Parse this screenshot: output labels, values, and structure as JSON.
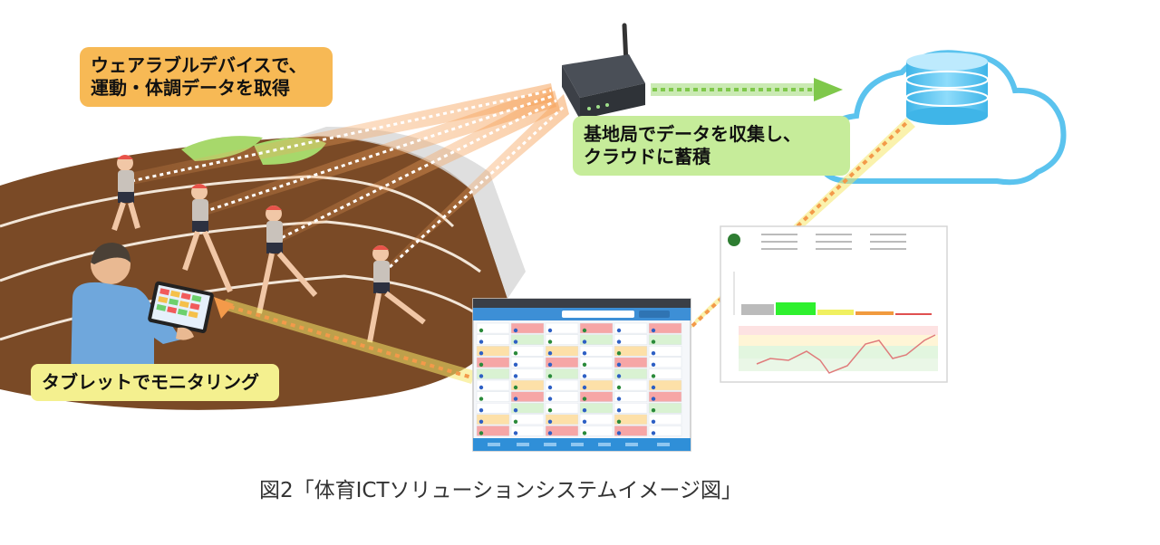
{
  "callouts": {
    "wearable_line1": "ウェアラブルデバイスで、",
    "wearable_line2": "運動・体調データを取得",
    "base_line1": "基地局でデータを収集し、",
    "base_line2": "クラウドに蓄積",
    "tablet": "タブレットでモニタリング"
  },
  "caption": "図2「体育ICTソリューションシステムイメージ図」",
  "icons": [
    "base-station-icon",
    "cloud-icon",
    "database-icon",
    "tablet-icon",
    "runner-icon",
    "teacher-icon"
  ],
  "colors": {
    "wearable_callout": "#f7b955",
    "base_callout": "#c6ec9a",
    "tablet_callout": "#f4f08f",
    "cloud_stroke": "#5bc3ee",
    "track": "#7a4a26",
    "data_arrow": "#f39a4a",
    "sync_arrow": "#7fc84b"
  }
}
